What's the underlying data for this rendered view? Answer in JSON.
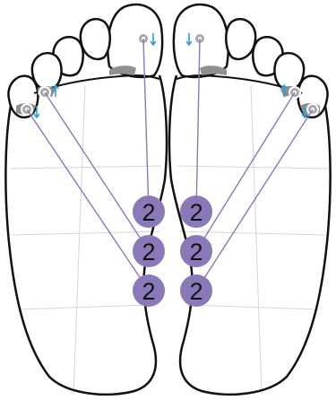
{
  "colors": {
    "foot_outline": "#111111",
    "grid_line": "#d6d6d6",
    "connector_line": "#8878c0",
    "badge_fill": "#8a78b8",
    "badge_text": "#111111",
    "marker_fill": "#a9a9a9",
    "marker_ring": "#ffffff",
    "arrow_color": "#29a3d6",
    "joint_pad": "#8f8f8f"
  },
  "badges": {
    "left": [
      {
        "label": "2"
      },
      {
        "label": "2"
      },
      {
        "label": "2"
      }
    ],
    "right": [
      {
        "label": "2"
      },
      {
        "label": "2"
      },
      {
        "label": "2"
      }
    ]
  },
  "markers": {
    "left": [
      "big-toe-point",
      "fourth-toe-point",
      "fifth-toe-point"
    ],
    "right": [
      "big-toe-point",
      "fourth-toe-point",
      "fifth-toe-point"
    ]
  },
  "icons": {
    "marker": "target-dot-icon",
    "arrow": "direction-arrow-icon"
  }
}
